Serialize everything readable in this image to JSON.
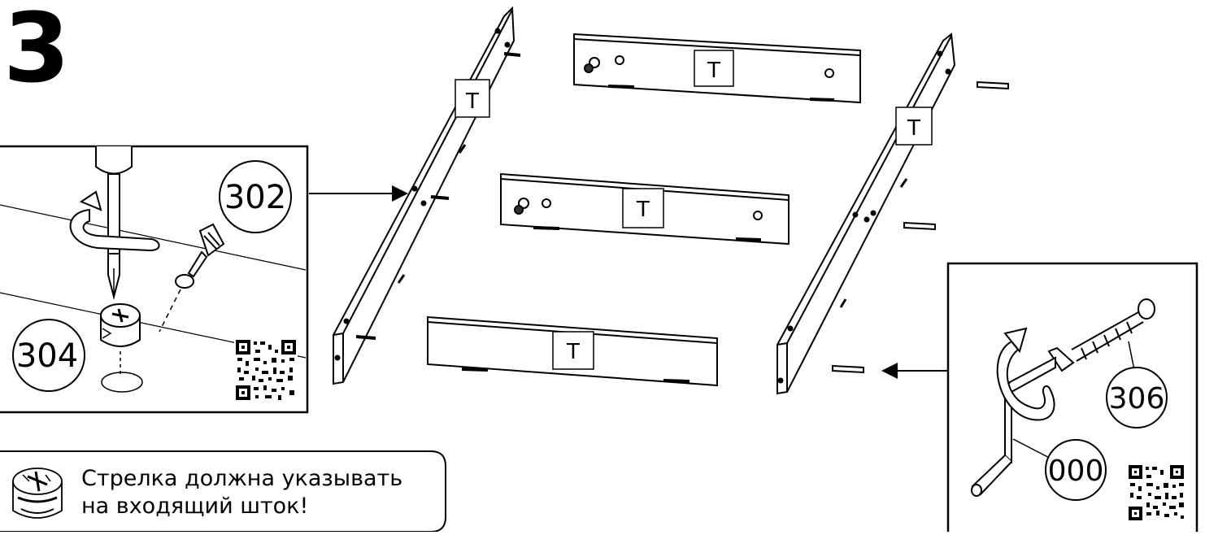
{
  "step": {
    "number": "3"
  },
  "panel_labels": {
    "label": "T"
  },
  "callouts": {
    "screw_part": "302",
    "cam_part": "304",
    "dowel_part": "306",
    "tool_part": "000"
  },
  "note": {
    "line1": "Стрелка должна указывать",
    "line2": "на входящий шток!"
  },
  "icons": [
    "screwdriver-icon",
    "rotate-arrow-icon",
    "cam-lock-icon",
    "dowel-icon",
    "allen-key-icon",
    "qr-code-icon"
  ]
}
